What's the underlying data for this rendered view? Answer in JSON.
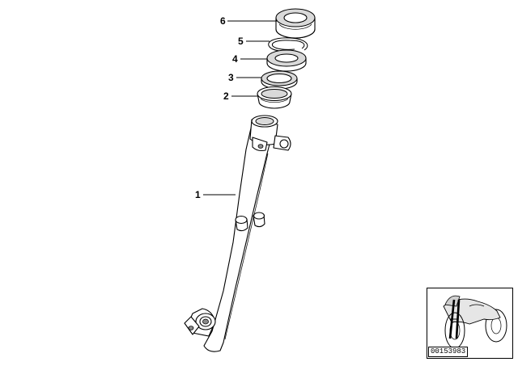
{
  "callouts": [
    {
      "id": "part-6",
      "number": "6"
    },
    {
      "id": "part-5",
      "number": "5"
    },
    {
      "id": "part-4",
      "number": "4"
    },
    {
      "id": "part-3",
      "number": "3"
    },
    {
      "id": "part-2",
      "number": "2"
    },
    {
      "id": "part-1",
      "number": "1"
    }
  ],
  "inset": {
    "reference_number": "00153983"
  },
  "colors": {
    "line": "#000000",
    "shade": "#d9d9d9",
    "background": "#ffffff"
  }
}
